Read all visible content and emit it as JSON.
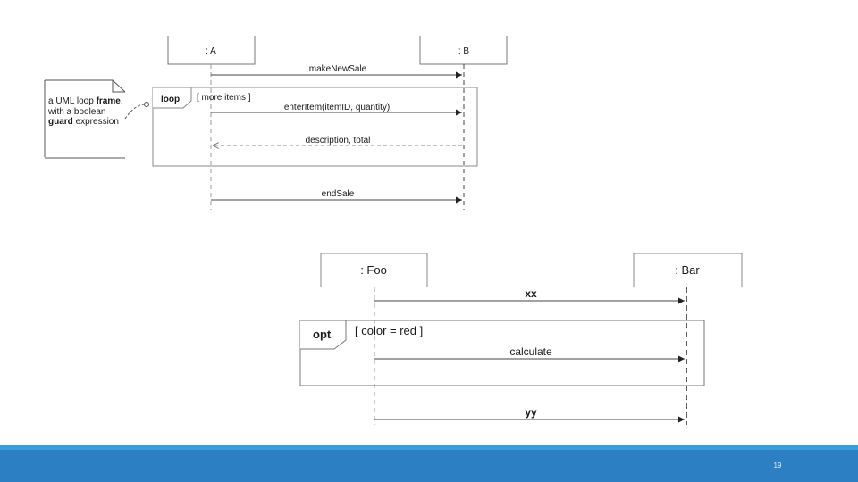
{
  "diagram1": {
    "participant_a": ": A",
    "participant_b": ": B",
    "msg_make_new_sale": "makeNewSale",
    "frame_operator": "loop",
    "frame_guard": "[ more items ]",
    "msg_enter_item": "enterItem(itemID, quantity)",
    "msg_description_total": "description, total",
    "msg_end_sale": "endSale",
    "note": {
      "part1": "a UML loop",
      "part2_bold": "frame",
      "part3": ", with a boolean",
      "part4_bold": "guard",
      "part5": "expression"
    }
  },
  "diagram2": {
    "participant_foo": ": Foo",
    "participant_bar": ": Bar",
    "msg_xx": "xx",
    "frame_operator": "opt",
    "frame_guard": "[ color = red ]",
    "msg_calculate": "calculate",
    "msg_yy": "yy"
  },
  "footer": {
    "page_number": "19"
  },
  "colors": {
    "line": "#444444",
    "lifeline": "#888888",
    "frame": "#777777",
    "footer_bar": "#2c7fc3",
    "footer_strip": "#3a9fd8"
  }
}
